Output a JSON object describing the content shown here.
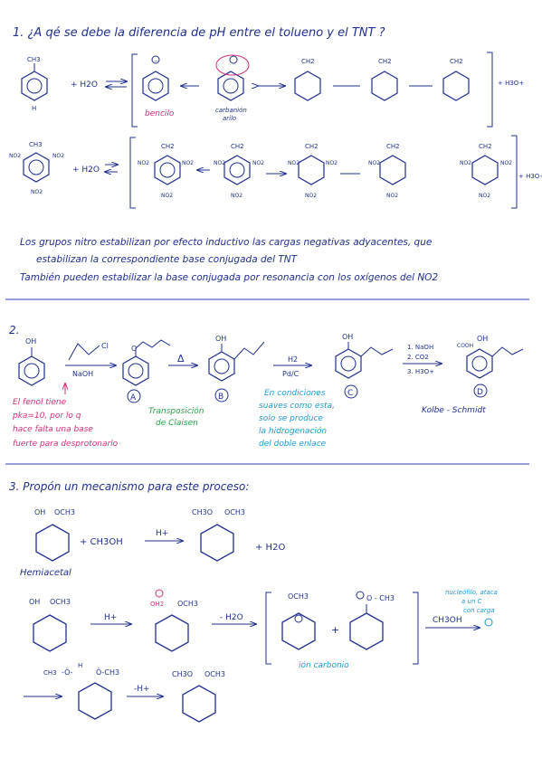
{
  "colors": {
    "ink": "#1f2f8f",
    "pink": "#d1307a",
    "green": "#2aa34a",
    "cyan": "#1c9bd6",
    "rule": "#5b63c9"
  },
  "q1": {
    "question": "1. ¿A qé se debe la diferencia de pH entre el tolueno y el TNT ?",
    "toluene": {
      "ch3": "CH3",
      "h": "H",
      "plus_water": "+ H2O",
      "h3o": "+ H3O+"
    },
    "res_labels": {
      "bencilo": "bencilo",
      "carbanion": "carbanión",
      "arilo": "arilo"
    },
    "ch2": "CH2",
    "tnt": {
      "ch3": "CH3",
      "no2": "NO2",
      "plus_water": "+ H2O",
      "h3o": "+ H3O+"
    },
    "explanation_1": "Los grupos nitro estabilizan por efecto inductivo las cargas negativas adyacentes, que",
    "explanation_2": "estabilizan la correspondiente base conjugada del TNT",
    "explanation_3": "También pueden estabilizar la base conjugada por resonancia con los oxígenos del NO2"
  },
  "q2": {
    "number": "2.",
    "oh": "OH",
    "allyl_cl": "Cl",
    "naoh": "NaOH",
    "delta": "Δ",
    "h2": "H2",
    "pdc": "Pd/C",
    "step_reagents": [
      "1. NaOH",
      "2. CO2",
      "3. H3O+"
    ],
    "cooh": "COOH",
    "letters": [
      "A",
      "B",
      "C",
      "D"
    ],
    "phenol_note": [
      "El fenol tiene",
      "pka=10, por lo q",
      "hace falta una base",
      "fuerte para desprotonarlo"
    ],
    "claisen_note": [
      "Transposición",
      "de Claisen"
    ],
    "hydrog_note": [
      "En condiciones",
      "suaves como esta,",
      "solo se produce",
      "la hidrogenación",
      "del doble enlace"
    ],
    "kolbe": "Kolbe - Schmidt"
  },
  "q3": {
    "question": "3. Propón un mecanismo para este proceso:",
    "oh": "OH",
    "och3": "OCH3",
    "ch3o": "CH3O",
    "plus_meoh": "+ CH3OH",
    "h_plus": "H+",
    "plus_water": "+ H2O",
    "hemiacetal": "Hemiacetal",
    "oh2": "OH2",
    "minus_water": "- H2O",
    "o_ch3": "O - CH3",
    "ion": "ión carbonio",
    "nucleo_note": [
      "nucleófilo, ataca",
      "a un C",
      "con carga"
    ],
    "ch3oh": "CH3OH",
    "ch3": "CH3",
    "och3b": "Ö-CH3",
    "minus_h": "-H+"
  }
}
